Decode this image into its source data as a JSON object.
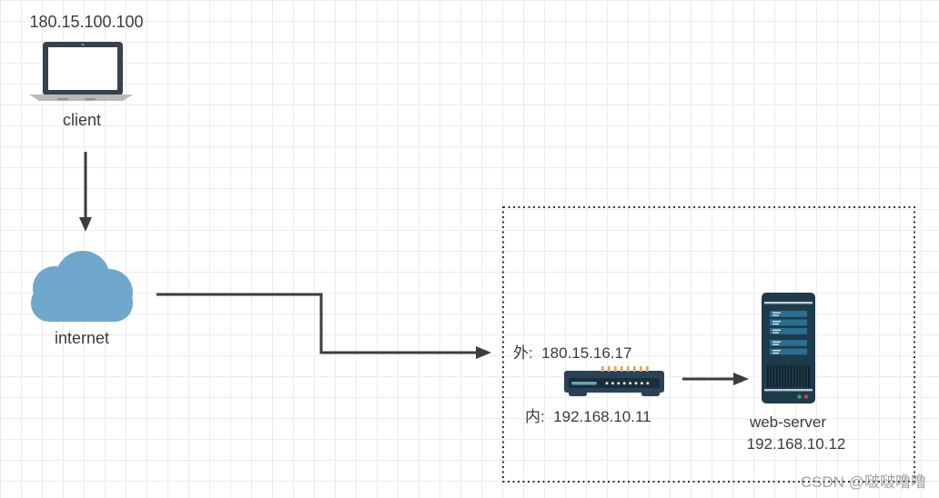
{
  "diagram": {
    "client": {
      "ip": "180.15.100.100",
      "label": "client"
    },
    "internet": {
      "label": "internet"
    },
    "nat_zone": {
      "router": {
        "external_label": "外:  180.15.16.17",
        "internal_label": "内:  192.168.10.11"
      },
      "web_server": {
        "label": "web-server",
        "ip": "192.168.10.12"
      }
    }
  },
  "watermark": {
    "text": "CSDN @啵啵噜噜"
  },
  "icons": {
    "laptop": "laptop-icon",
    "cloud": "cloud-icon",
    "router": "router-icon",
    "server": "server-icon"
  },
  "colors": {
    "background": "#ffffff",
    "grid_line": "#ececec",
    "text": "#3b3b3b",
    "arrow": "#3d3d3d",
    "dashed_border": "#333333",
    "cloud": "#6fa8cc",
    "laptop_frame": "#39414d",
    "laptop_base": "#b5babd",
    "router_body": "#2b4256",
    "router_led": "#d9a45e",
    "router_slot": "#6ba4b4",
    "server_body": "#1e3b4b",
    "server_bar": "#2b6e90",
    "server_led_green": "#3fa35c",
    "server_led_red": "#bf4350",
    "watermark": "#7d7d7d"
  }
}
